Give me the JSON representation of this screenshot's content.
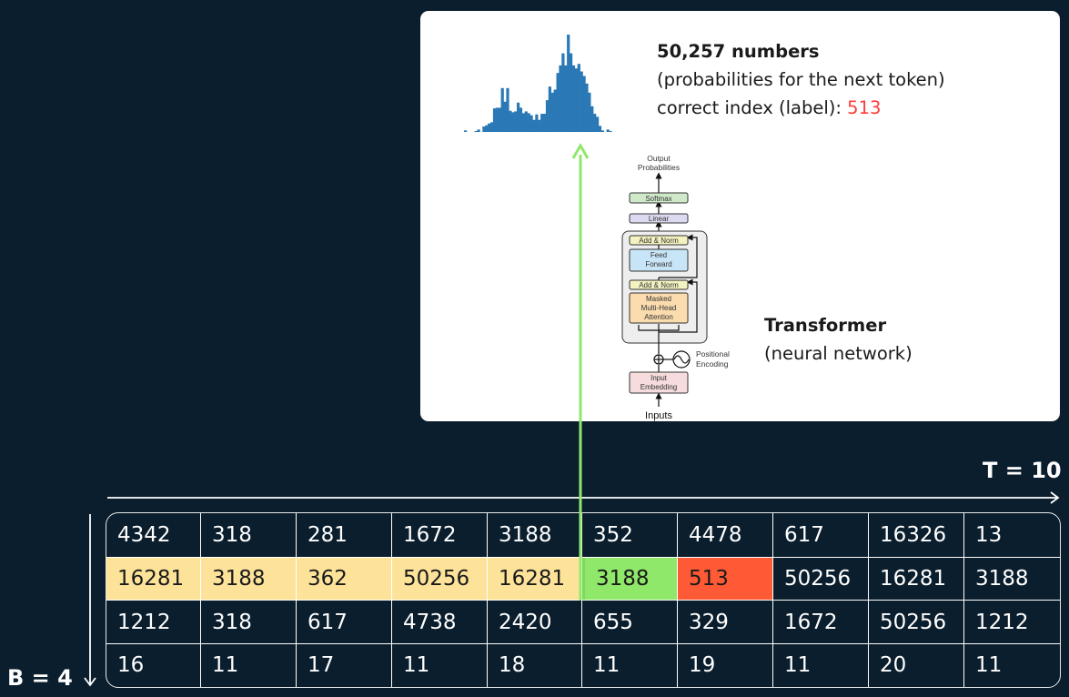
{
  "card": {
    "histogram_bins": [
      5,
      0,
      0,
      0,
      3,
      8,
      0,
      18,
      22,
      28,
      32,
      78,
      80,
      80,
      145,
      100,
      145,
      70,
      65,
      68,
      97,
      80,
      62,
      68,
      62,
      55,
      40,
      58,
      40,
      60,
      60,
      105,
      150,
      130,
      140,
      195,
      220,
      260,
      220,
      322,
      260,
      220,
      210,
      225,
      200,
      185,
      160,
      130,
      85,
      60,
      50,
      20,
      5,
      0,
      8,
      3
    ],
    "output_title": "50,257 numbers",
    "output_subtitle": "(probabilities for the next token)",
    "label_prefix": "correct index (label): ",
    "label_value": "513",
    "label_color": "#ff3b3b",
    "transformer": {
      "output_line1": "Output",
      "output_line2": "Probabilities",
      "softmax": "Softmax",
      "linear": "Linear",
      "add_norm_top": "Add & Norm",
      "feed_forward_1": "Feed",
      "feed_forward_2": "Forward",
      "add_norm_bottom": "Add & Norm",
      "attention_1": "Masked",
      "attention_2": "Multi-Head",
      "attention_3": "Attention",
      "positional_1": "Positional",
      "positional_2": "Encoding",
      "embedding_1": "Input",
      "embedding_2": "Embedding",
      "inputs": "Inputs"
    },
    "transformer_title": "Transformer",
    "transformer_subtitle": "(neural network)"
  },
  "axes": {
    "t_label": "T = 10",
    "b_label": "B = 4"
  },
  "tokens": [
    [
      "4342",
      "318",
      "281",
      "1672",
      "3188",
      "352",
      "4478",
      "617",
      "16326",
      "13"
    ],
    [
      "16281",
      "3188",
      "362",
      "50256",
      "16281",
      "3188",
      "513",
      "50256",
      "16281",
      "3188"
    ],
    [
      "1212",
      "318",
      "617",
      "4738",
      "2420",
      "655",
      "329",
      "1672",
      "50256",
      "1212"
    ],
    [
      "16",
      "11",
      "17",
      "11",
      "18",
      "11",
      "19",
      "11",
      "20",
      "11"
    ]
  ],
  "highlight": {
    "row": 1,
    "context_cols": [
      0,
      1,
      2,
      3,
      4
    ],
    "input_col": 5,
    "target_col": 6,
    "context_color": "#fde39a",
    "input_color": "#8fe86a",
    "target_color": "#ff5a36"
  }
}
